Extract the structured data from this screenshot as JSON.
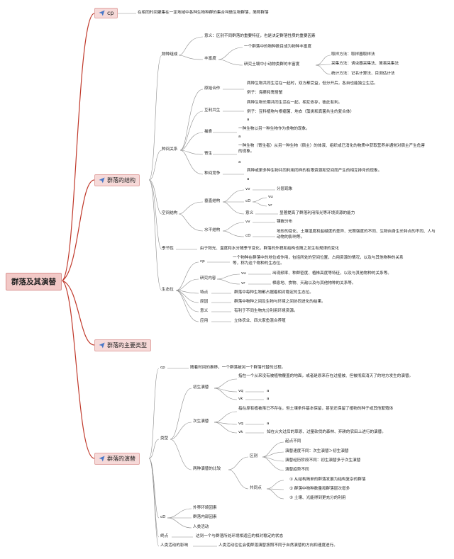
{
  "root": "群落及其演替",
  "colors": {
    "branch": "#c0392b",
    "box_fill": "#f6d9d8",
    "line": "#8c8c8c"
  },
  "icon": "paper-plane-icon",
  "n1": {
    "label": "cp",
    "definition": "在相同时间聚集在一定地域中各种生物种群的集合叫做生物群落，简称群落"
  },
  "n2": {
    "label": "群落的结构",
    "species_composition": {
      "label": "物种组成",
      "significance": "意义：区别不同群落的重要特征，也是决定群落性质的重要因素",
      "richness": {
        "label": "丰富度",
        "concept": "一个群落中的物种数目成为物种丰富度",
        "study": "研究土壤中小动物类群的丰富度",
        "methods": [
          "取样方法：取样器取样法",
          "采集方法：诱虫器采集法、简易采集法",
          "统计方法：记名计算法、目测估计法"
        ]
      }
    },
    "interspecific": {
      "label": "种间关系",
      "mutualism": {
        "label": "原始合作",
        "desc": "两种生物共同生活在一起时，双方都受益，但分开后，各自也能独立生活。",
        "example": "例子：海葵和寄居蟹"
      },
      "commensalism": {
        "label": "互利共生",
        "desc": "两种生物长期共同生活在一起，相互依存，彼此有利。",
        "example": "例子：豆科植物与根瘤菌、地衣（藻类和真菌共生的复合体）",
        "a": "a"
      },
      "predation": {
        "label": "捕食",
        "desc": "一种生物以另一种生物作为食物的现象。",
        "a": "a"
      },
      "parasitism": {
        "label": "寄生",
        "desc": "一种生物（寄生者）从另一种生物（宿主）的体液、组织或已消化的物质中获取营养并通常对宿主产生危害的现象。",
        "a": "a"
      },
      "competition": {
        "label": "种间竞争",
        "desc": "两种或更多种生物共同利用同样的有限资源和空间而产生的相互排斥的现象。",
        "a": "a"
      }
    },
    "spatial": {
      "label": "空间结构",
      "vertical": {
        "label": "垂直结构",
        "vv": "vv",
        "stratification": "分层现象",
        "cD": "cD",
        "vu": "vu",
        "vr": "vr",
        "meaning_label": "意义",
        "meaning": "显著提高了群落利用阳光等环境资源的能力"
      },
      "horizontal": {
        "label": "水平结构",
        "vv": "vv",
        "distribution": "镶嵌分布",
        "cD": "cD",
        "cause": "地形的变化、土壤湿度和盐碱度的差异、光照强度的不同、生物自身生长特点的不同、人与动物的影响等。"
      }
    },
    "seasonality": {
      "label": "季节性",
      "desc": "由于阳光、温度和水分随季节变化，群落的外貌和结构也随之发生有规律的变化"
    },
    "niche": {
      "label": "生态位",
      "cp": "cp",
      "cp_desc": "一个物种在群落中的地位或作用，包括所处的空间位置，占用资源的情况，以及与其他物种的关系等，称为这个物种的生态位。",
      "research": {
        "label": "研究内容",
        "vu": "vu",
        "animals": "出现频率、种群密度、植株高度等特征，以及与其他物种的关系等。",
        "vr": "vr",
        "plants": "栖息地、食物、天敌以及与其他物种的关系等。"
      },
      "features": {
        "label": "特点",
        "desc": "群落中每种生物都占据着相对稳定的生态位。"
      },
      "cause": {
        "label": "原因",
        "desc": "群落中物种之间及生物与环境之间协同进化的结果。"
      },
      "significance": {
        "label": "意义",
        "desc": "有利于不同生物充分利用环境资源。"
      },
      "application": {
        "label": "应用",
        "desc": "立体农业、四大家鱼混合养殖"
      }
    }
  },
  "n3": {
    "label": "群落的主要类型"
  },
  "n4": {
    "label": "群落的演替",
    "cp": "cp",
    "definition": "随着时间的推移，一个群落被另一个群落代替的过程。",
    "types": {
      "label": "类型",
      "primary": {
        "label": "初生演替",
        "desc": "指在一个从来没有被植物覆盖的地面，或者是原来存在过植被、但被彻底消灭了的地方发生的演替。",
        "vq": "vq",
        "vk": "vk",
        "a": "a"
      },
      "secondary": {
        "label": "次生演替",
        "desc": "指在原有植被虽已不存在，但土壤条件基本保留，甚至还保留了植物的种子或其他繁殖体",
        "vq": "vq",
        "vk": "vk",
        "a": "a",
        "example": "如在火灾过后的草原、过量砍伐的森林、弃耕的农田上进行的演替。"
      },
      "comparison": {
        "label": "两种演替的比较",
        "diff_label": "区别",
        "differences": [
          "起点不同",
          "演替速度不同：次生演替＞初生演替",
          "演替经历阶段不同：初生演替多于次生演替",
          "演替趋势不同"
        ],
        "common_label": "共同点",
        "commons": [
          "① 从结构简单的群落发展为结构复杂的群落",
          "② 群落中物种数量和群落层次增多",
          "③ 土壤、光能得到更充分的利用"
        ]
      }
    },
    "factors": {
      "label": "cD",
      "items": [
        "外界环境因素",
        "群落内部因素",
        "人类活动"
      ]
    },
    "endpoint": {
      "label": "终点",
      "desc": "达到一个与群落所处环境相适应的相对稳定的状态"
    },
    "human": {
      "label": "人类活动的影响",
      "desc": "人类活动往往会使群落演替按照不同于自然演替的方向和速度进行。"
    }
  }
}
